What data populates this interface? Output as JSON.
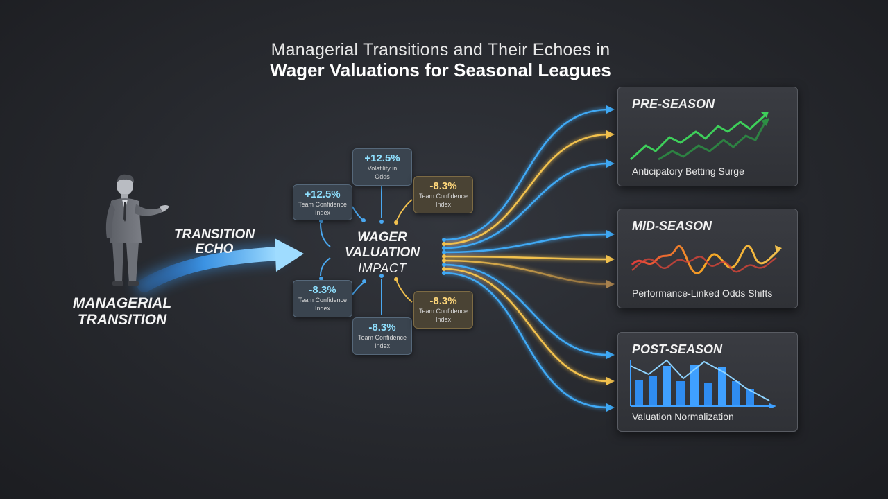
{
  "title": {
    "line1": "Managerial Transitions and Their Echoes in",
    "line2": "Wager Valuations for Seasonal Leagues"
  },
  "manager": {
    "label_line1": "MANAGERIAL",
    "label_line2": "TRANSITION",
    "icon": "businessman-presenting-icon"
  },
  "echo": {
    "label_line1": "TRANSITION",
    "label_line2": "ECHO"
  },
  "hub": {
    "line1": "WAGER",
    "line2": "VALUATION",
    "line3": "IMPACT"
  },
  "metrics": [
    {
      "value": "+12.5%",
      "caption_line1": "Team Confidence",
      "caption_line2": "Index",
      "tone": "blue"
    },
    {
      "value": "+12.5%",
      "caption_line1": "Volatility in",
      "caption_line2": "Odds",
      "tone": "blue"
    },
    {
      "value": "-8.3%",
      "caption_line1": "Team Confidence",
      "caption_line2": "Index",
      "tone": "gold"
    },
    {
      "value": "-8.3%",
      "caption_line1": "Team Confidence",
      "caption_line2": "Index",
      "tone": "blue"
    },
    {
      "value": "-8.3%",
      "caption_line1": "Team Confidence",
      "caption_line2": "Index",
      "tone": "blue"
    },
    {
      "value": "-8.3%",
      "caption_line1": "Team Confidence",
      "caption_line2": "Index",
      "tone": "gold"
    }
  ],
  "stages": [
    {
      "heading": "PRE-SEASON",
      "caption": "Anticipatory Betting Surge",
      "chart_icon": "rising-trend-chart-icon"
    },
    {
      "heading": "MID-SEASON",
      "caption": "Performance-Linked Odds Shifts",
      "chart_icon": "fluctuating-wave-chart-icon"
    },
    {
      "heading": "POST-SEASON",
      "caption": "Valuation Normalization",
      "chart_icon": "declining-bar-chart-icon"
    }
  ],
  "colors": {
    "background": "#26282d",
    "blue_flow": "#3fa9f5",
    "gold_flow": "#f2c14e",
    "bronze_flow": "#a9834f",
    "green_trend": "#3ecf5a",
    "bar_blue": "#2f8cf0"
  }
}
